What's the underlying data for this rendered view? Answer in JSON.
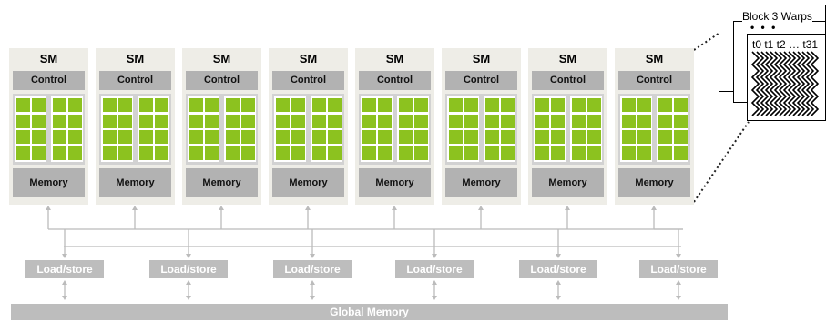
{
  "sm_units": [
    {
      "title": "SM",
      "control": "Control",
      "memory": "Memory"
    },
    {
      "title": "SM",
      "control": "Control",
      "memory": "Memory"
    },
    {
      "title": "SM",
      "control": "Control",
      "memory": "Memory"
    },
    {
      "title": "SM",
      "control": "Control",
      "memory": "Memory"
    },
    {
      "title": "SM",
      "control": "Control",
      "memory": "Memory"
    },
    {
      "title": "SM",
      "control": "Control",
      "memory": "Memory"
    },
    {
      "title": "SM",
      "control": "Control",
      "memory": "Memory"
    },
    {
      "title": "SM",
      "control": "Control",
      "memory": "Memory"
    }
  ],
  "load_store_units": [
    "Load/store",
    "Load/store",
    "Load/store",
    "Load/store",
    "Load/store",
    "Load/store"
  ],
  "global_memory": "Global Memory",
  "inset": {
    "block_label": "Block 3 Warps",
    "ellipsis": "• • •",
    "thread_label": "t0 t1 t2 … t31"
  },
  "colors": {
    "sm_background": "#eeede7",
    "unit_gray": "#b2b2b2",
    "core_green": "#8cc21f",
    "bus_gray": "#bdbdbd",
    "wire_gray": "#bbbbbb"
  }
}
